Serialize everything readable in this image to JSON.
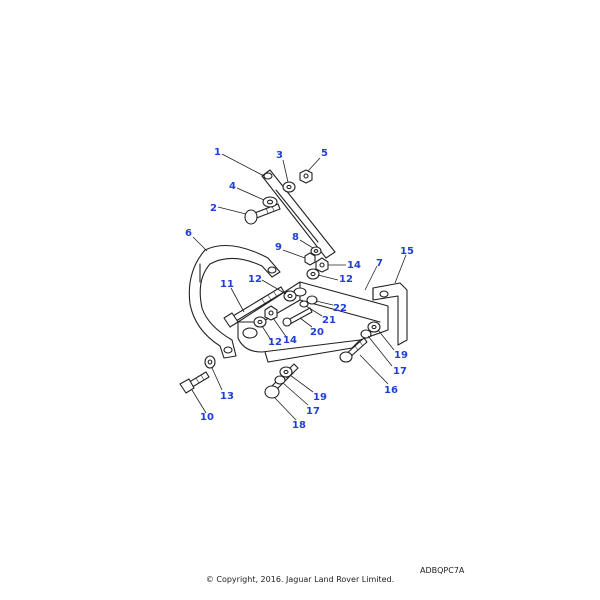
{
  "diagram": {
    "callouts": [
      "1",
      "2",
      "3",
      "4",
      "5",
      "6",
      "7",
      "8",
      "9",
      "10",
      "11",
      "12",
      "12",
      "12",
      "13",
      "14",
      "14",
      "15",
      "16",
      "17",
      "17",
      "18",
      "19",
      "19",
      "20",
      "21",
      "22"
    ]
  },
  "footer": {
    "ref_code": "ADBQPC7A",
    "copyright": "© Copyright, 2016. Jaguar Land Rover Limited."
  },
  "colors": {
    "callout": "#1f3fd6",
    "line": "#222222"
  }
}
